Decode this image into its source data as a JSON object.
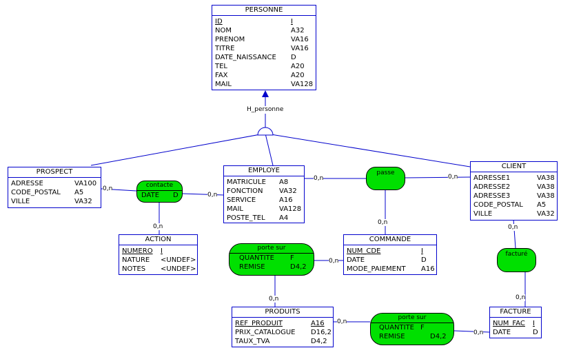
{
  "entities": {
    "personne": {
      "title": "PERSONNE",
      "attributes": [
        {
          "name": "ID",
          "type": "I",
          "key": true
        },
        {
          "name": "NOM",
          "type": "A32"
        },
        {
          "name": "PRENOM",
          "type": "VA16"
        },
        {
          "name": "TITRE",
          "type": "VA16"
        },
        {
          "name": "DATE_NAISSANCE",
          "type": "D"
        },
        {
          "name": "TEL",
          "type": "A20"
        },
        {
          "name": "FAX",
          "type": "A20"
        },
        {
          "name": "MAIL",
          "type": "VA128"
        }
      ]
    },
    "prospect": {
      "title": "PROSPECT",
      "attributes": [
        {
          "name": "ADRESSE",
          "type": "VA100"
        },
        {
          "name": "CODE_POSTAL",
          "type": "A5"
        },
        {
          "name": "VILLE",
          "type": "VA32"
        }
      ]
    },
    "employe": {
      "title": "EMPLOYE",
      "attributes": [
        {
          "name": "MATRICULE",
          "type": "A8"
        },
        {
          "name": "FONCTION",
          "type": "VA32"
        },
        {
          "name": "SERVICE",
          "type": "A16"
        },
        {
          "name": "MAIL",
          "type": "VA128"
        },
        {
          "name": "POSTE_TEL",
          "type": "A4"
        }
      ]
    },
    "client": {
      "title": "CLIENT",
      "attributes": [
        {
          "name": "ADRESSE1",
          "type": "VA38"
        },
        {
          "name": "ADRESSE2",
          "type": "VA38"
        },
        {
          "name": "ADRESSE3",
          "type": "VA38"
        },
        {
          "name": "CODE_POSTAL",
          "type": "A5"
        },
        {
          "name": "VILLE",
          "type": "VA32"
        }
      ]
    },
    "action": {
      "title": "ACTION",
      "attributes": [
        {
          "name": "NUMERO",
          "type": "I",
          "key": true
        },
        {
          "name": "NATURE",
          "type": "<UNDEF>"
        },
        {
          "name": "NOTES",
          "type": "<UNDEF>"
        }
      ]
    },
    "commande": {
      "title": "COMMANDE",
      "attributes": [
        {
          "name": "NUM_CDE",
          "type": "I",
          "key": true
        },
        {
          "name": "DATE",
          "type": "D"
        },
        {
          "name": "MODE_PAIEMENT",
          "type": "A16"
        }
      ]
    },
    "produits": {
      "title": "PRODUITS",
      "attributes": [
        {
          "name": "REF_PRODUIT",
          "type": "A16",
          "key": true
        },
        {
          "name": "PRIX_CATALOGUE",
          "type": "D16,2"
        },
        {
          "name": "TAUX_TVA",
          "type": "D4,2"
        }
      ]
    },
    "facture": {
      "title": "FACTURE",
      "attributes": [
        {
          "name": "NUM_FAC",
          "type": "I",
          "key": true
        },
        {
          "name": "DATE",
          "type": "D"
        }
      ]
    }
  },
  "associations": {
    "contacte": {
      "name": "contacte",
      "attributes": [
        {
          "name": "DATE",
          "type": "D"
        }
      ]
    },
    "passe": {
      "name": "passe",
      "attributes": []
    },
    "porte_sur_cmd": {
      "name": "porte sur",
      "attributes": [
        {
          "name": "QUANTITE",
          "type": "F"
        },
        {
          "name": "REMISE",
          "type": "D4,2"
        }
      ]
    },
    "facture_assoc": {
      "name": "facturé",
      "attributes": []
    },
    "porte_sur_fac": {
      "name": "porte sur",
      "attributes": [
        {
          "name": "QUANTITE",
          "type": "F"
        },
        {
          "name": "REMISE",
          "type": "D4,2"
        }
      ]
    }
  },
  "inheritance": {
    "label": "H_personne"
  },
  "cardinalities": {
    "prospect_contacte": "0,n",
    "contacte_employe": "0,n",
    "contacte_action": "0,n",
    "employe_passe": "0,n",
    "passe_client": "0,n",
    "passe_commande": "0,n",
    "porte_sur_commande": "0,n",
    "porte_sur_produits": "0,n",
    "client_facture": "0,n",
    "facture_facture": "0,n",
    "produits_porte_sur": "0,n",
    "porte_sur_facture": "0,n"
  },
  "colors": {
    "line": "#0000cc",
    "association": "#00e000"
  }
}
